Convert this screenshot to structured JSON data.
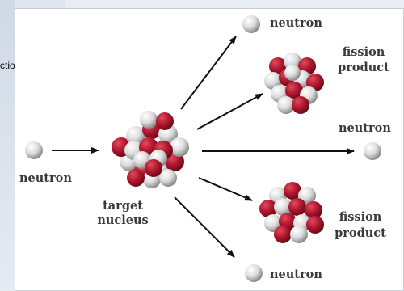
{
  "side_fragment": "ctio",
  "labels": {
    "neutron_in": "neutron",
    "target_line1": "target",
    "target_line2": "nucleus",
    "neutron_top": "neutron",
    "fission_top_line1": "fission",
    "fission_top_line2": "product",
    "neutron_mid": "neutron",
    "fission_bottom_line1": "fission",
    "fission_bottom_line2": "product",
    "neutron_bottom": "neutron"
  },
  "colors": {
    "proton": "#b0162e",
    "neutron_ball": "#e6e6e6",
    "arrow": "#111111",
    "label": "#3a3a3a"
  }
}
